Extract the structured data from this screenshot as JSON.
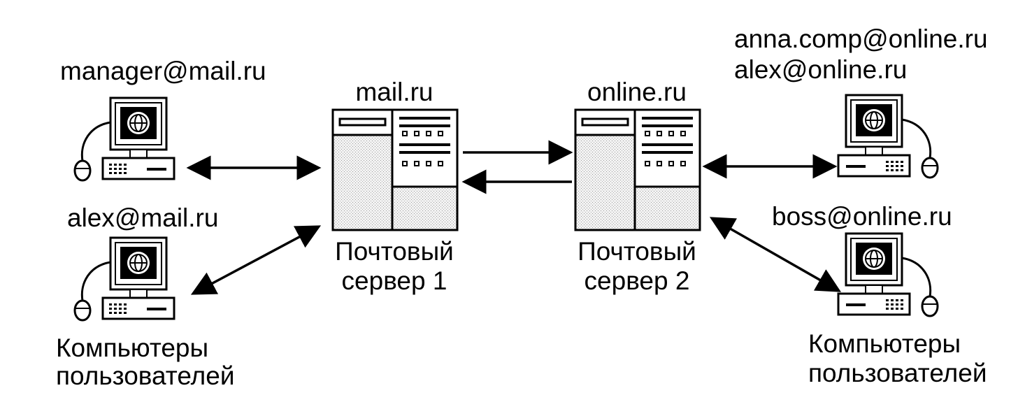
{
  "colors": {
    "ink": "#000000",
    "paper": "#ffffff",
    "stipple": "#d9d9d9"
  },
  "servers": [
    {
      "id": "server-1",
      "domain": "mail.ru",
      "caption_line1": "Почтовый",
      "caption_line2": "сервер 1"
    },
    {
      "id": "server-2",
      "domain": "online.ru",
      "caption_line1": "Почтовый",
      "caption_line2": "сервер 2"
    }
  ],
  "computers": {
    "left_top_address": "manager@mail.ru",
    "left_bottom_address": "alex@mail.ru",
    "right_top_address_1": "anna.comp@online.ru",
    "right_top_address_2": "alex@online.ru",
    "right_bottom_address": "boss@online.ru"
  },
  "group_labels": {
    "left_line1": "Компьютеры",
    "left_line2": "пользователей",
    "right_line1": "Компьютеры",
    "right_line2": "пользователей"
  },
  "icons": [
    "computer-icon",
    "server-icon",
    "globe-icon",
    "mouse-icon"
  ]
}
